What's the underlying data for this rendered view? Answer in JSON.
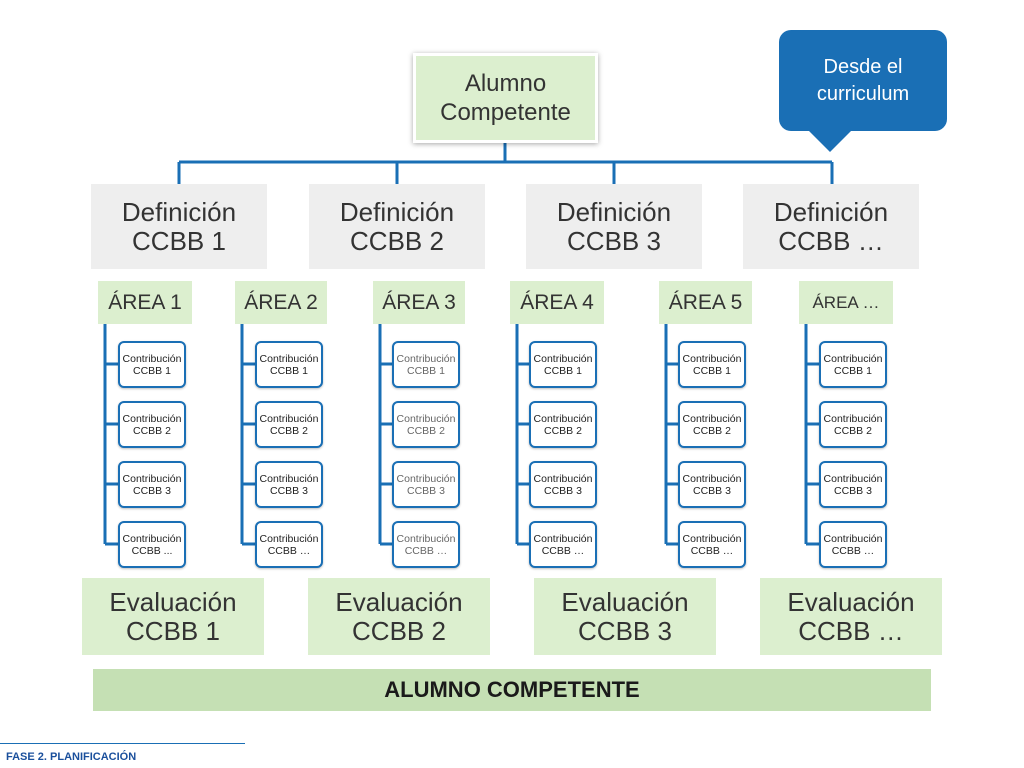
{
  "root": {
    "label": "Alumno\nCompetente"
  },
  "callout": {
    "label": "Desde el\ncurriculum"
  },
  "definitions": [
    {
      "label": "Definición\nCCBB  1"
    },
    {
      "label": "Definición\nCCBB  2"
    },
    {
      "label": "Definición\nCCBB  3"
    },
    {
      "label": "Definición\nCCBB  …"
    }
  ],
  "areas": [
    {
      "label": "ÁREA 1",
      "contributions": [
        "Contribución\nCCBB  1",
        "Contribución\nCCBB  2",
        "Contribución\nCCBB  3",
        "Contribución\nCCBB  ..."
      ]
    },
    {
      "label": "ÁREA 2",
      "contributions": [
        "Contribución\nCCBB  1",
        "Contribución\nCCBB  2",
        "Contribución\nCCBB  3",
        "Contribución\nCCBB  …"
      ]
    },
    {
      "label": "ÁREA 3",
      "contributions": [
        "Contribución\nCCBB  1",
        "Contribución\nCCBB  2",
        "Contribución\nCCBB  3",
        "Contribución\nCCBB  …"
      ]
    },
    {
      "label": "ÁREA 4",
      "contributions": [
        "Contribución\nCCBB  1",
        "Contribución\nCCBB  2",
        "Contribución\nCCBB  3",
        "Contribución\nCCBB  …"
      ]
    },
    {
      "label": "ÁREA 5",
      "contributions": [
        "Contribución\nCCBB  1",
        "Contribución\nCCBB  2",
        "Contribución\nCCBB  3",
        "Contribución\nCCBB  …"
      ]
    },
    {
      "label": "ÁREA …",
      "contributions": [
        "Contribución\nCCBB  1",
        "Contribución\nCCBB  2",
        "Contribución\nCCBB  3",
        "Contribución\nCCBB  …"
      ]
    }
  ],
  "evaluations": [
    {
      "label": "Evaluación\nCCBB 1"
    },
    {
      "label": "Evaluación\nCCBB 2"
    },
    {
      "label": "Evaluación\nCCBB 3"
    },
    {
      "label": "Evaluación\nCCBB …"
    }
  ],
  "banner": {
    "label": "ALUMNO COMPETENTE"
  },
  "footer": {
    "label": "FASE 2. PLANIFICACIÓN"
  },
  "colors": {
    "accent_blue": "#1a6fb5",
    "light_green": "#dcefcf",
    "banner_green": "#c5e0b4",
    "grey_box": "#eeeeee"
  }
}
